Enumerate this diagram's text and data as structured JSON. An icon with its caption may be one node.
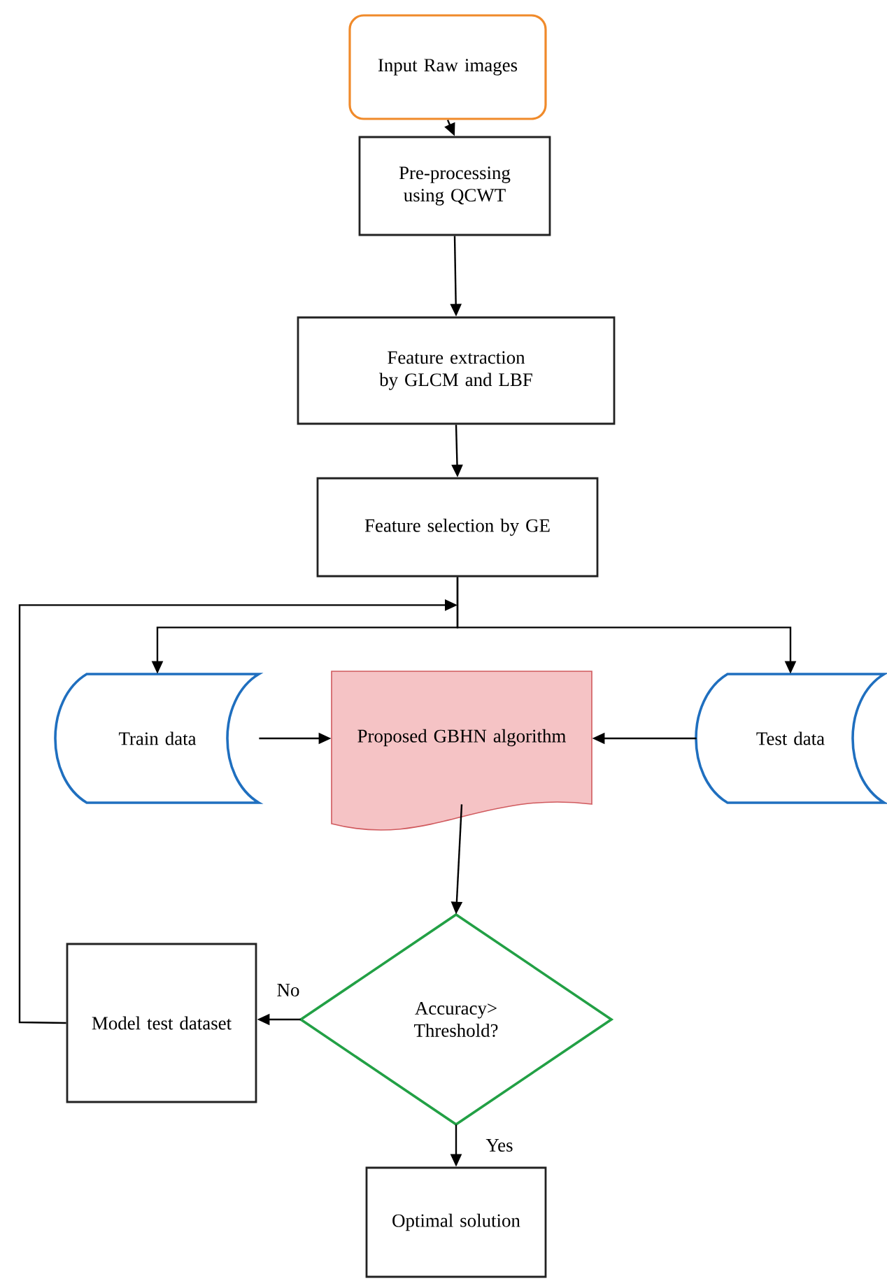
{
  "diagram": {
    "nodes": [
      {
        "text": [
          "Input Raw images"
        ]
      },
      {
        "text": [
          "Pre-processing using QCWT"
        ]
      },
      {
        "text": [
          "Feature extraction by GLCM and LBF"
        ]
      },
      {
        "text": [
          "Feature selection by GE"
        ]
      },
      {
        "text": [
          "Train data"
        ]
      },
      {
        "text": [
          "Proposed GBHN algorithm"
        ]
      },
      {
        "text": [
          "Test data"
        ]
      },
      {
        "text": [
          "Accuracy> Threshold?"
        ]
      },
      {
        "text": [
          "Model test dataset"
        ]
      },
      {
        "text": [
          "Optimal solution"
        ]
      }
    ],
    "edges": [
      {
        "from": 0,
        "to": 1,
        "arrow": "to"
      },
      {
        "from": 1,
        "to": 2,
        "arrow": "to"
      },
      {
        "from": 2,
        "to": 3,
        "arrow": "to"
      },
      {
        "from": 3,
        "to": 4,
        "arrow": "to"
      },
      {
        "from": 3,
        "to": 6,
        "arrow": "to"
      },
      {
        "from": 4,
        "to": 5,
        "arrow": "to"
      },
      {
        "from": 6,
        "to": 5,
        "arrow": "to"
      },
      {
        "from": 5,
        "to": 7,
        "arrow": "to"
      },
      {
        "from": 7,
        "to": 8,
        "arrow": "to",
        "label": "No"
      },
      {
        "from": 8,
        "to": 3,
        "arrow": "to"
      },
      {
        "from": 7,
        "to": 9,
        "arrow": "to",
        "label": "Yes"
      }
    ]
  }
}
